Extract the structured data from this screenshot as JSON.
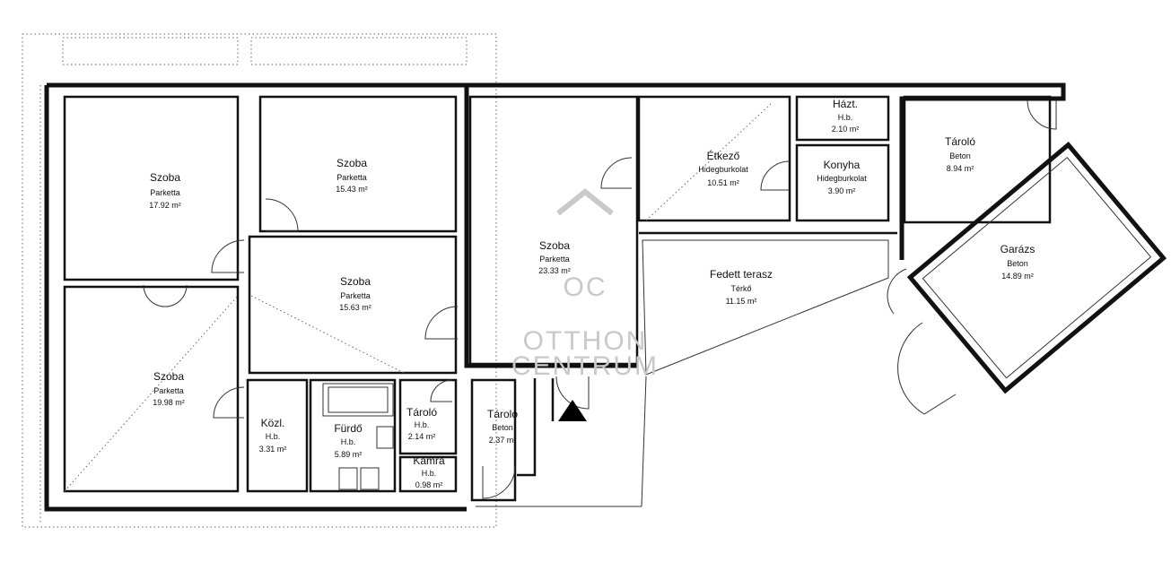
{
  "colors": {
    "lines": "#111111",
    "watermark": "#c9c9c9",
    "background": "#ffffff"
  },
  "watermark": {
    "logo_glyphs": "OC",
    "line1": "OTTHON",
    "line2": "CENTRUM"
  },
  "icons": {
    "entrance": "entrance-triangle-icon"
  },
  "rooms": [
    {
      "id": "szoba-1",
      "name": "Szoba",
      "material": "Parketta",
      "area": "17.92 m²"
    },
    {
      "id": "szoba-2",
      "name": "Szoba",
      "material": "Parketta",
      "area": "15.43 m²"
    },
    {
      "id": "szoba-3",
      "name": "Szoba",
      "material": "Parketta",
      "area": "15.63 m²"
    },
    {
      "id": "szoba-4",
      "name": "Szoba",
      "material": "Parketta",
      "area": "19.98 m²"
    },
    {
      "id": "szoba-5",
      "name": "Szoba",
      "material": "Parketta",
      "area": "23.33 m²"
    },
    {
      "id": "kozl",
      "name": "Közl.",
      "material": "H.b.",
      "area": "3.31 m²"
    },
    {
      "id": "furdo",
      "name": "Fürdő",
      "material": "H.b.",
      "area": "5.89 m²"
    },
    {
      "id": "tarolo-1",
      "name": "Tároló",
      "material": "H.b.",
      "area": "2.14 m²"
    },
    {
      "id": "kamra",
      "name": "Kamra",
      "material": "H.b.",
      "area": "0.98 m²"
    },
    {
      "id": "tarolo-2",
      "name": "Tároló",
      "material": "Beton",
      "area": "2.37 m²"
    },
    {
      "id": "etkezo",
      "name": "Étkező",
      "material": "Hidegburkolat",
      "area": "10.51 m²"
    },
    {
      "id": "hazt",
      "name": "Házt.",
      "material": "H.b.",
      "area": "2.10 m²"
    },
    {
      "id": "konyha",
      "name": "Konyha",
      "material": "Hidegburkolat",
      "area": "3.90 m²"
    },
    {
      "id": "fedett-terasz",
      "name": "Fedett terasz",
      "material": "Térkő",
      "area": "11.15 m²"
    },
    {
      "id": "tarolo-3",
      "name": "Tároló",
      "material": "Beton",
      "area": "8.94 m²"
    },
    {
      "id": "garazs",
      "name": "Garázs",
      "material": "Beton",
      "area": "14.89 m²"
    }
  ]
}
